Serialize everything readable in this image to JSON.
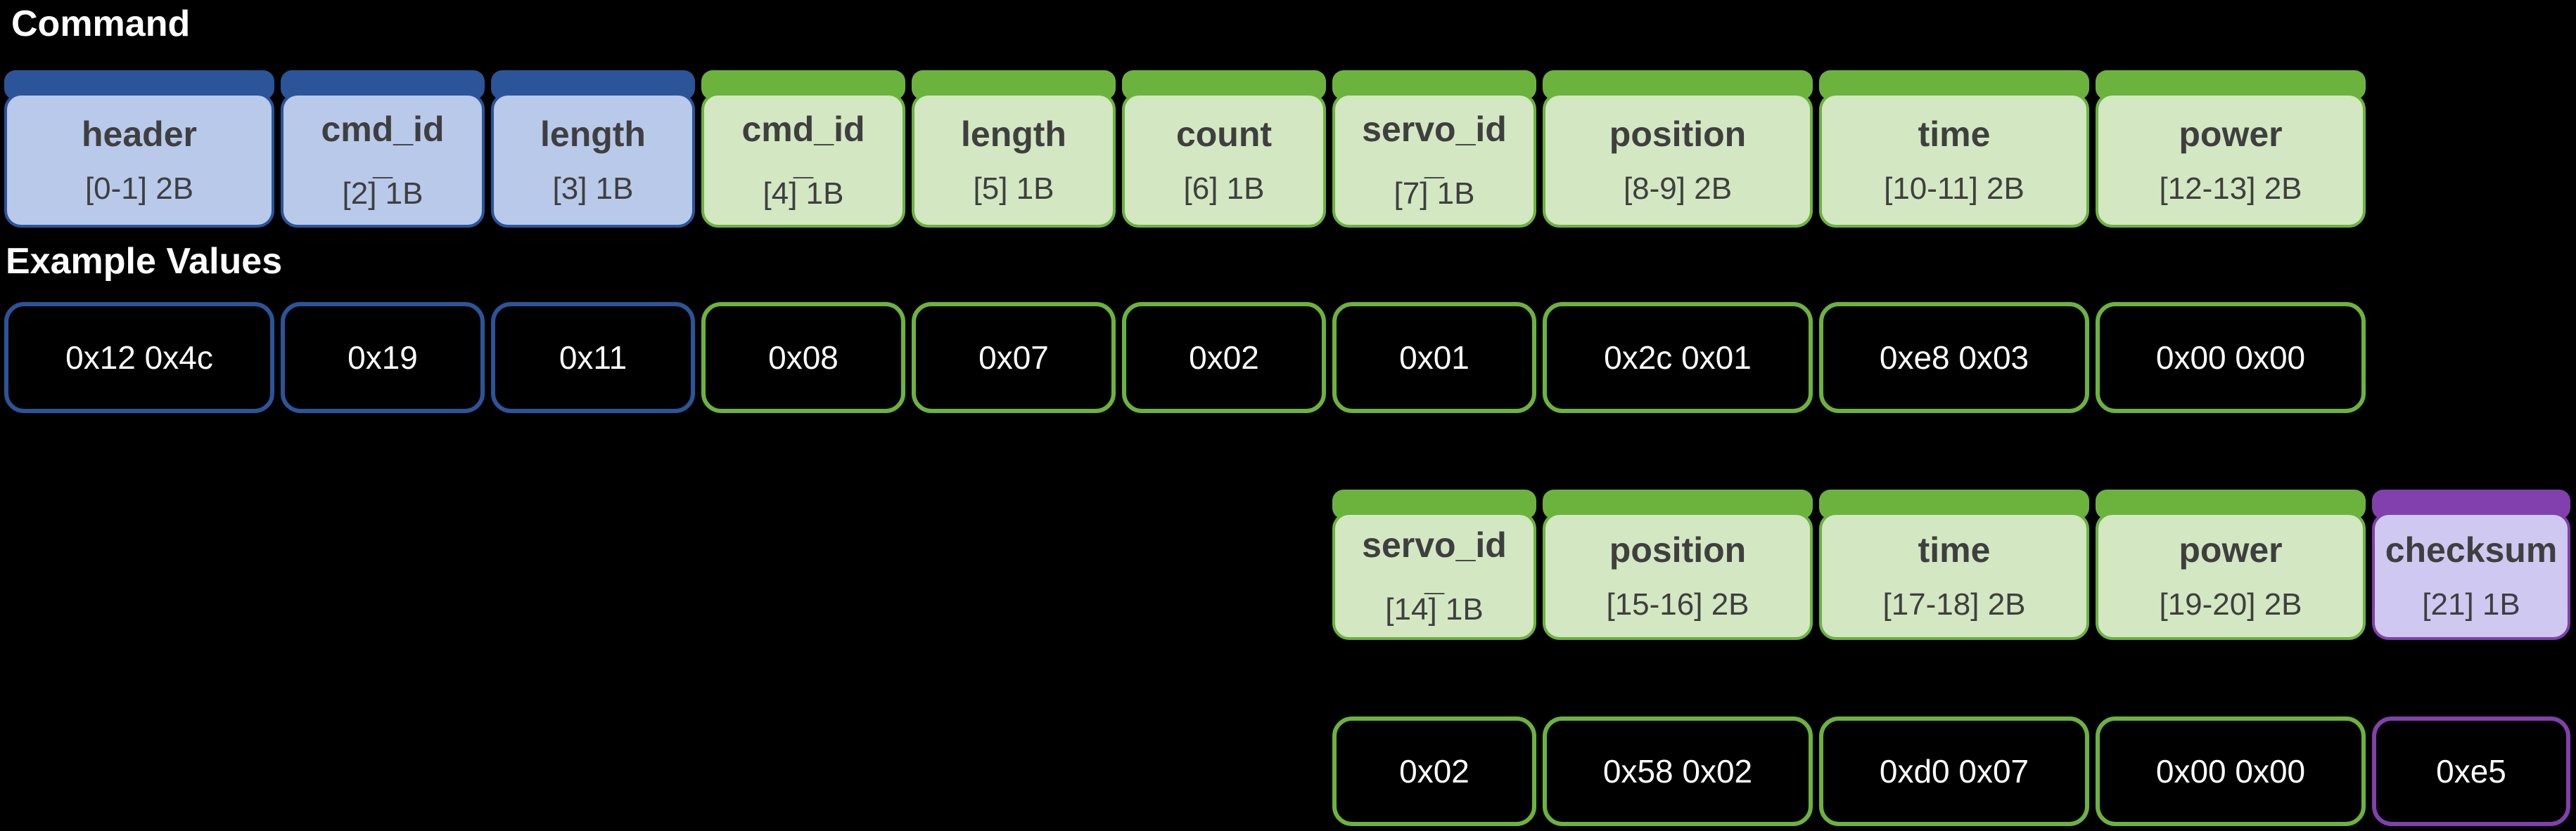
{
  "title": "Command",
  "example_values_label": "Example Values",
  "colors": {
    "background": "#000000",
    "blue": "#2B5499",
    "blue_fill": "#B9C9EA",
    "green": "#6CB33E",
    "green_fill": "#D3E7C3",
    "purple": "#8140AC",
    "purple_fill": "#CFC8F0",
    "label_text": "#3F3F3F",
    "value_text": "#FFFFFF"
  },
  "packet": {
    "row1": {
      "fields": [
        {
          "label": "header",
          "range": "[0-1] 2B",
          "bytes": 2,
          "color": "blue",
          "value": "0x12 0x4c"
        },
        {
          "label": "cmd_id",
          "label_wrap": "_",
          "range": "[2] 1B",
          "bytes": 1,
          "color": "blue",
          "value": "0x19"
        },
        {
          "label": "length",
          "range": "[3] 1B",
          "bytes": 1,
          "color": "blue",
          "value": "0x11"
        },
        {
          "label": "cmd_id",
          "label_wrap": "_",
          "range": "[4] 1B",
          "bytes": 1,
          "color": "green",
          "value": "0x08"
        },
        {
          "label": "length",
          "range": "[5] 1B",
          "bytes": 1,
          "color": "green",
          "value": "0x07"
        },
        {
          "label": "count",
          "range": "[6] 1B",
          "bytes": 1,
          "color": "green",
          "value": "0x02"
        },
        {
          "label": "servo_id",
          "label_wrap": "_",
          "range": "[7] 1B",
          "bytes": 1,
          "color": "green",
          "value": "0x01"
        },
        {
          "label": "position",
          "range": "[8-9] 2B",
          "bytes": 2,
          "color": "green",
          "value": "0x2c 0x01"
        },
        {
          "label": "time",
          "range": "[10-11] 2B",
          "bytes": 2,
          "color": "green",
          "value": "0xe8 0x03"
        },
        {
          "label": "power",
          "range": "[12-13] 2B",
          "bytes": 2,
          "color": "green",
          "value": "0x00 0x00"
        }
      ]
    },
    "row2": {
      "fields": [
        {
          "label": "servo_id",
          "label_wrap": "_",
          "range": "[14] 1B",
          "bytes": 1,
          "color": "green",
          "value": "0x02"
        },
        {
          "label": "position",
          "range": "[15-16] 2B",
          "bytes": 2,
          "color": "green",
          "value": "0x58 0x02"
        },
        {
          "label": "time",
          "range": "[17-18] 2B",
          "bytes": 2,
          "color": "green",
          "value": "0xd0 0x07"
        },
        {
          "label": "power",
          "range": "[19-20] 2B",
          "bytes": 2,
          "color": "green",
          "value": "0x00 0x00"
        },
        {
          "label": "checksum",
          "range": "[21] 1B",
          "bytes": 1,
          "color": "purple",
          "value": "0xe5",
          "checksum": true
        }
      ]
    }
  }
}
